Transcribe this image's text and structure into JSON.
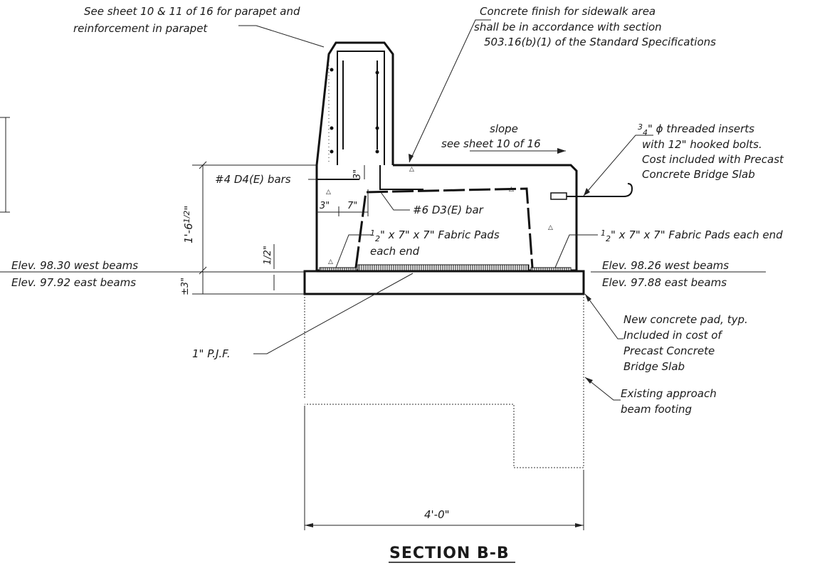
{
  "drawing": {
    "title": "SECTION B-B",
    "notes": {
      "parapet_line1": "See sheet 10 & 11 of 16 for parapet and",
      "parapet_line2": "reinforcement in parapet",
      "finish_line1": "Concrete finish for sidewalk area",
      "finish_line2": "shall be in accordance with section",
      "finish_line3": "503.16(b)(1) of the Standard Specifications",
      "slope_line1": "slope",
      "slope_line2": "see sheet 10 of 16",
      "inserts_frac_num": "3",
      "inserts_frac_den": "4",
      "inserts_line1": "\" ϕ threaded inserts",
      "inserts_line2": "with 12\" hooked bolts.",
      "inserts_line3": "Cost included with Precast",
      "inserts_line4": "Concrete Bridge Slab",
      "d4_bars": "#4 D4(E) bars",
      "d3_bar": "#6 D3(E) bar",
      "pads_left_line1": "\" x 7\" x 7\" Fabric Pads",
      "pads_left_line2": "each end",
      "pads_right": "\" x 7\" x 7\" Fabric Pads each end",
      "half_num": "1",
      "half_den": "2",
      "pjf": "1\" P.J.F.",
      "new_pad_line1": "New concrete pad, typ.",
      "new_pad_line2": "Included in cost of",
      "new_pad_line3": "Precast Concrete",
      "new_pad_line4": "Bridge Slab",
      "existing_line1": "Existing approach",
      "existing_line2": "beam footing"
    },
    "elevations": {
      "left_west": "Elev. 98.30 west beams",
      "left_east": "Elev. 97.92 east  beams",
      "right_west": "Elev. 98.26 west beams",
      "right_east": "Elev. 97.88 east  beams"
    },
    "dimensions": {
      "height": "1'-6",
      "height_frac": "1/2",
      "height_quote": "\"",
      "three_vert": "3\"",
      "three_horiz": "3\"",
      "seven": "7\"",
      "half_inch": "1/2\"",
      "plus_minus_three": "±3\"",
      "width": "4'-0\""
    }
  }
}
